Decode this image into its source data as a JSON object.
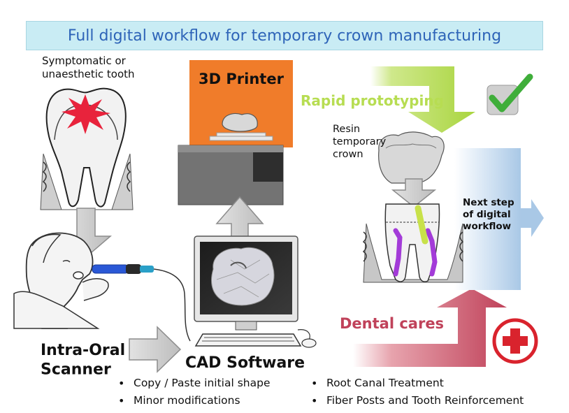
{
  "title": "Full digital workflow for temporary crown manufacturing",
  "labels": {
    "symptomatic": "Symptomatic or\nunaesthetic tooth",
    "printer": "3D Printer",
    "rapid": "Rapid prototyping",
    "resin": "Resin\ntemporary\ncrown",
    "next_step": "Next step\nof digital\nworkflow",
    "scanner": "Intra-Oral\nScanner",
    "cad": "CAD Software",
    "dental": "Dental cares"
  },
  "bullets_left": [
    "Copy / Paste initial shape",
    "Minor modifications"
  ],
  "bullets_right": [
    "Root Canal Treatment",
    "Fiber Posts and Tooth Reinforcement"
  ],
  "icons": [
    "check-icon",
    "red-cross-icon",
    "tooth-icon",
    "crown-icon",
    "monitor-icon",
    "printer-icon"
  ],
  "colors": {
    "title_text": "#2e64b8",
    "title_bg": "#c9ecf4",
    "printer_orange": "#f07c2a",
    "rapid_green": "#b7dd52",
    "dental_red": "#c0425a",
    "next_blue": "#a9c8e6",
    "check_green": "#3fae3a",
    "cross_red": "#d9232d"
  }
}
